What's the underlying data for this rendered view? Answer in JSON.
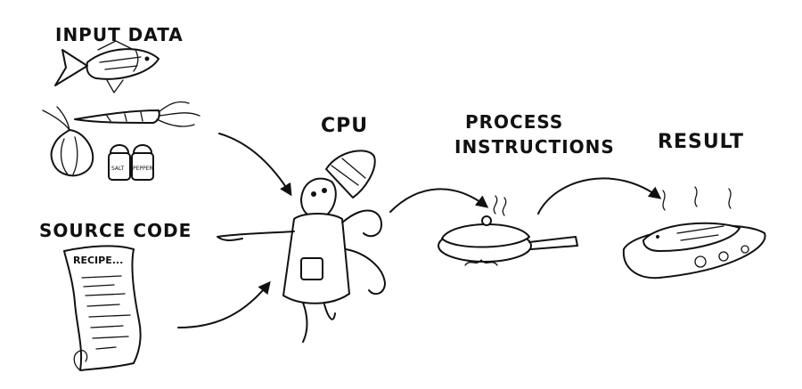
{
  "labels": {
    "input_data": "INPUT DATA",
    "source_code": "SOURCE CODE",
    "cpu": "CPU",
    "process_line1": "PROCESS",
    "process_line2": "INSTRUCTIONS",
    "result": "RESULT"
  },
  "illustration_text": {
    "recipe": "RECIPE...",
    "salt": "SALT",
    "pepper": "PEPPER"
  },
  "icons": [
    "fish-icon",
    "carrot-icon",
    "onion-icon",
    "salt-pepper-icon",
    "recipe-scroll-icon",
    "octopus-chef-icon",
    "frying-pan-icon",
    "cooked-fish-dish-icon"
  ]
}
